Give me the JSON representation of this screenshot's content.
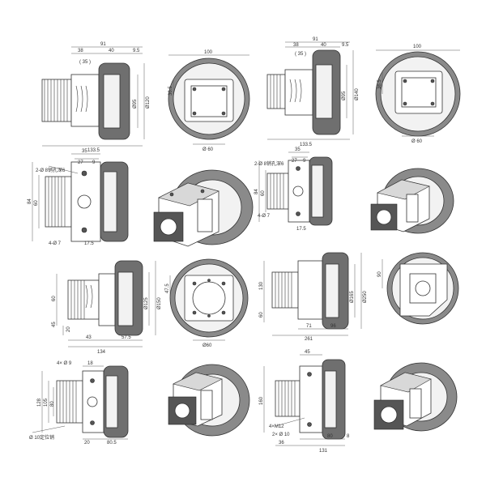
{
  "views": {
    "r1_side_a": {
      "d91": "91",
      "d38": "38",
      "d40": "40",
      "d9_5": "9.5",
      "d35": "( 35 )",
      "d133_5": "133.5",
      "phi95": "Ø95",
      "phi120": "Ø120"
    },
    "r1_front_a": {
      "d100": "100",
      "d36_5": "36.5",
      "phi60": "Ø 60"
    },
    "r1_side_b": {
      "d91": "91",
      "d38": "38",
      "d40": "40",
      "d9_5": "9.5",
      "d35": "( 35 )",
      "d133_5": "133.5",
      "phi95": "Ø95",
      "phi140": "Ø140"
    },
    "r1_front_b": {
      "d100": "100",
      "d36_5": "36.5",
      "phi60": "Ø 60"
    },
    "r2_a": {
      "d35": "35",
      "d27": "27",
      "d9": "9",
      "holes": "2-Ø 8销孔深6",
      "d84": "84",
      "d60": "60",
      "bolts": "4-Ø 7",
      "d17_5": "17.5"
    },
    "r2_b": {
      "d35": "35",
      "d27": "27",
      "d9": "9",
      "holes": "2-Ø 8销孔深6",
      "d84": "84",
      "d60": "60",
      "bolts": "4-Ø 7",
      "d17_5": "17.5"
    },
    "r3_side_a": {
      "d60": "60",
      "d45": "45",
      "d20": "20",
      "d43": "43",
      "d57_5": "57.5",
      "d134": "134",
      "phi125": "Ø125",
      "phi150": "Ø150"
    },
    "r3_front_a": {
      "d47_5": "47.5",
      "phi60": "Ø60"
    },
    "r3_side_b": {
      "d130": "130",
      "d60": "60",
      "d71": "71",
      "d96": "96",
      "d261": "261",
      "phi165": "Ø165",
      "phi250": "Ø250"
    },
    "r3_front_b": {
      "d90": "90"
    },
    "r4_a": {
      "bolts": "4× Ø 9",
      "d18": "18",
      "d128": "128",
      "d105": "105",
      "d80": "80",
      "pin": "Ø 10定位销",
      "d20": "20",
      "d80_5": "80.5"
    },
    "r4_b": {
      "d45": "45",
      "d160": "160",
      "m12": "4×M12",
      "pin": "2× Ø 10",
      "d36": "36",
      "d80": "80",
      "d8": "8",
      "d131": "131"
    }
  }
}
